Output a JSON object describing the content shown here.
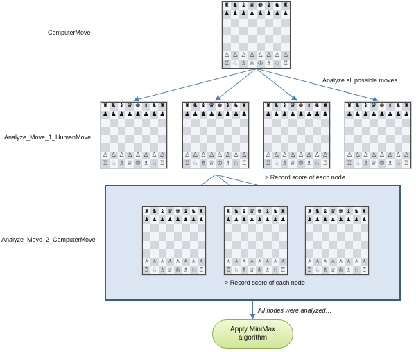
{
  "labels": {
    "computer_move": "ComputerMove",
    "move_1": "Analyze_Move_1_HumanMove",
    "move_2": "Analyze_Move_2_ComputerMove",
    "analyze_all": "Analyze  all possible moves",
    "record_score_1": "> Record score of each node",
    "record_score_2": "> Record score of each node",
    "all_analyzed": "All nodes were analyzed…"
  },
  "minimax_box": {
    "label": "Apply MiniMax\nalgorithm"
  },
  "colors": {
    "arrow": "#4a7ebb",
    "zone_fill": "#dce6f2",
    "zone_border": "#385d8a",
    "minimax_fill": "#d7ecaa"
  },
  "board": {
    "black_back_rank": [
      "♜",
      "♞",
      "♝",
      "♛",
      "♚",
      "♝",
      "♞",
      "♜"
    ],
    "black_pawns": [
      "♟",
      "♟",
      "♟",
      "♟",
      "♟",
      "♟",
      "♟",
      "♟"
    ],
    "white_pawns": [
      "♙",
      "♙",
      "♙",
      "♙",
      "♙",
      "♙",
      "♙",
      "♙"
    ],
    "white_back_rank": [
      "♖",
      "♘",
      "♗",
      "♕",
      "♔",
      "♗",
      "♘",
      "♖"
    ]
  },
  "tree": {
    "root": "root-board",
    "level_1": [
      "move1-board-1",
      "move1-board-2",
      "move1-board-3",
      "move1-board-4"
    ],
    "level_2": [
      "move2-board-1",
      "move2-board-2",
      "move2-board-3"
    ]
  }
}
